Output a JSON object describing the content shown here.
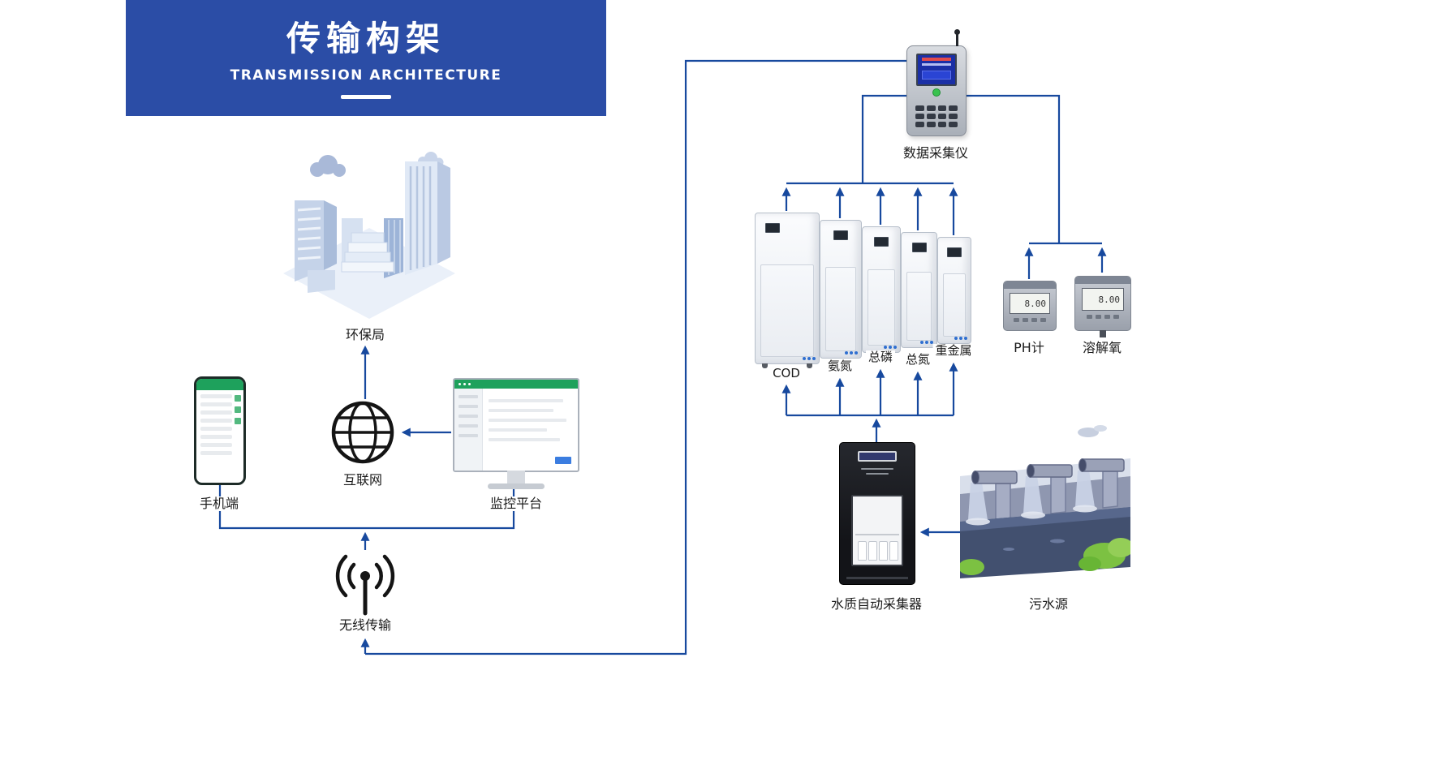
{
  "header": {
    "title": "传输构架",
    "subtitle": "TRANSMISSION ARCHITECTURE"
  },
  "nodes": {
    "epa": {
      "label": "环保局"
    },
    "mobile": {
      "label": "手机端"
    },
    "internet": {
      "label": "互联网"
    },
    "platform": {
      "label": "监控平台"
    },
    "wireless": {
      "label": "无线传输"
    },
    "collector": {
      "label": "数据采集仪"
    },
    "analyzers": [
      {
        "label": "COD"
      },
      {
        "label": "氨氮"
      },
      {
        "label": "总磷"
      },
      {
        "label": "总氮"
      },
      {
        "label": "重金属"
      }
    ],
    "ph": {
      "label": "PH计",
      "reading": "8.00"
    },
    "do": {
      "label": "溶解氧",
      "reading": "8.00"
    },
    "sampler": {
      "label": "水质自动采集器"
    },
    "sewage": {
      "label": "污水源"
    }
  },
  "colors": {
    "header_bg": "#2b4da6",
    "connector_blue": "#17499e",
    "accent_green": "#1ea15c"
  }
}
